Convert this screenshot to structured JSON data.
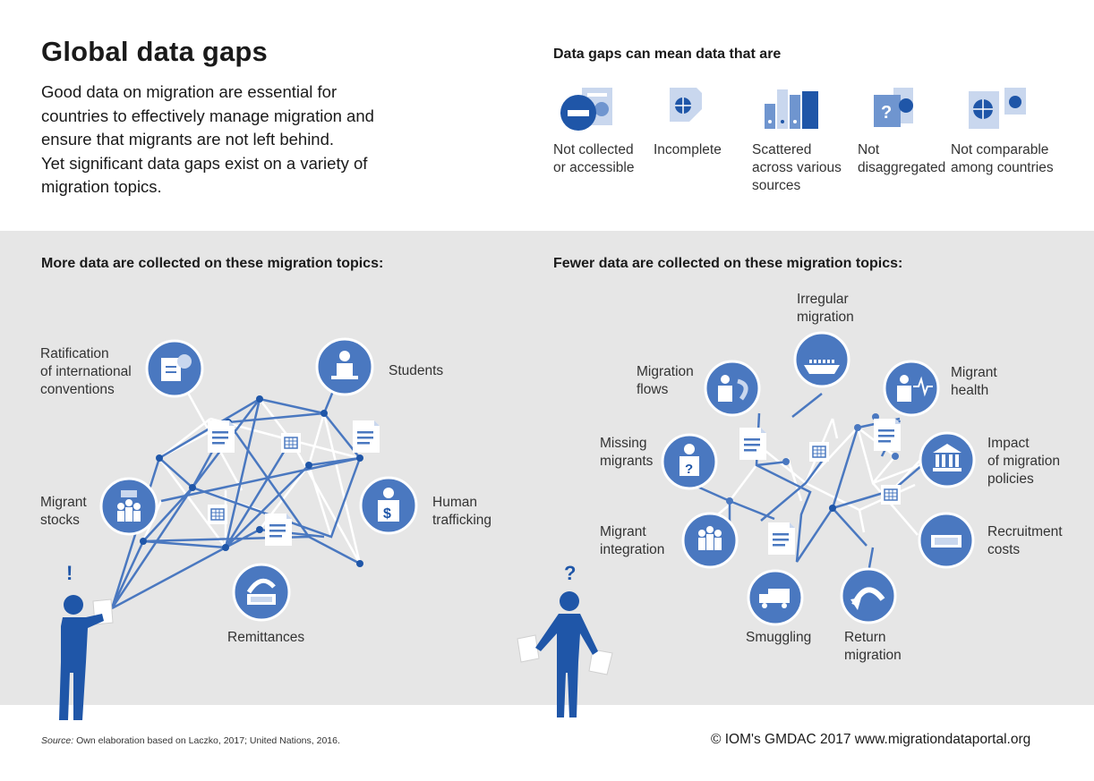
{
  "header": {
    "title": "Global data gaps",
    "intro_lines": [
      "Good data on migration are essential for",
      "countries to effectively manage migration and",
      "ensure that migrants are not left behind.",
      "Yet significant data gaps exist on a variety of",
      "migration topics."
    ]
  },
  "data_gaps": {
    "heading": "Data gaps can mean data that are",
    "items": [
      {
        "label_lines": [
          "Not collected",
          "or accessible"
        ],
        "icon": "no-entry-document-icon"
      },
      {
        "label_lines": [
          "Incomplete"
        ],
        "icon": "partial-document-icon"
      },
      {
        "label_lines": [
          "Scattered",
          "across various",
          "sources"
        ],
        "icon": "binders-icon"
      },
      {
        "label_lines": [
          "Not",
          "disaggregated"
        ],
        "icon": "question-document-icon"
      },
      {
        "label_lines": [
          "Not comparable",
          "among countries"
        ],
        "icon": "globe-documents-icon"
      }
    ]
  },
  "more_data": {
    "heading": "More data are collected on these migration topics:",
    "marker": "!",
    "topics": [
      {
        "label_lines": [
          "Ratification",
          "of international",
          "conventions"
        ],
        "icon": "treaty-document-icon"
      },
      {
        "label_lines": [
          "Students"
        ],
        "icon": "student-icon"
      },
      {
        "label_lines": [
          "Migrant",
          "stocks"
        ],
        "icon": "people-group-icon"
      },
      {
        "label_lines": [
          "Human",
          "trafficking"
        ],
        "icon": "trafficked-person-icon"
      },
      {
        "label_lines": [
          "Remittances"
        ],
        "icon": "money-transfer-icon"
      }
    ]
  },
  "fewer_data": {
    "heading": "Fewer data are collected on these migration topics:",
    "marker": "?",
    "topics": [
      {
        "label_lines": [
          "Irregular",
          "migration"
        ],
        "icon": "boat-icon"
      },
      {
        "label_lines": [
          "Migration",
          "flows"
        ],
        "icon": "person-arrows-icon"
      },
      {
        "label_lines": [
          "Migrant",
          "health"
        ],
        "icon": "health-icon"
      },
      {
        "label_lines": [
          "Missing",
          "migrants"
        ],
        "icon": "missing-person-icon"
      },
      {
        "label_lines": [
          "Impact",
          "of migration",
          "policies"
        ],
        "icon": "government-building-icon"
      },
      {
        "label_lines": [
          "Migrant",
          "integration"
        ],
        "icon": "integration-group-icon"
      },
      {
        "label_lines": [
          "Recruitment",
          "costs"
        ],
        "icon": "cash-icon"
      },
      {
        "label_lines": [
          "Smuggling"
        ],
        "icon": "truck-icon"
      },
      {
        "label_lines": [
          "Return",
          "migration"
        ],
        "icon": "return-arrow-icon"
      }
    ]
  },
  "footer": {
    "source_prefix": "Source:",
    "source_text": " Own elaboration based on Laczko, 2017; United Nations, 2016.",
    "credit": "© IOM's GMDAC 2017  www.migrationdataportal.org"
  },
  "colors": {
    "accent": "#4a78c0",
    "dark_accent": "#1f56a8",
    "band": "#e6e6e6",
    "figure": "#1f56a8"
  }
}
